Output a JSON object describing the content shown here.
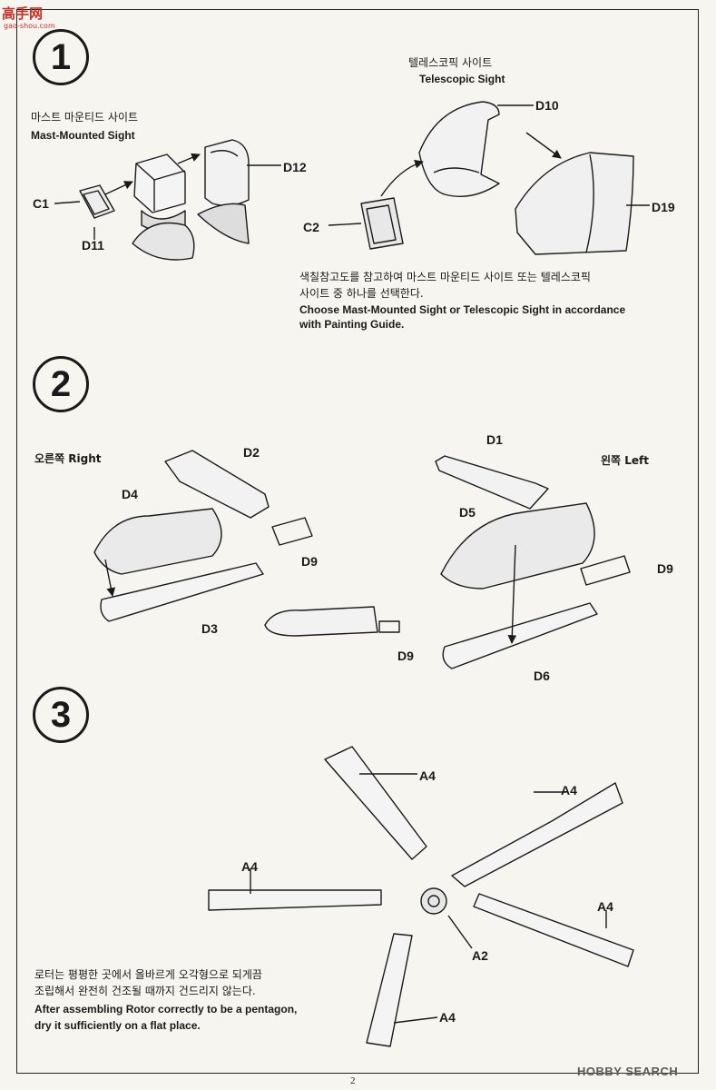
{
  "watermark": {
    "logo": "高手网",
    "url": "gao-shou.com"
  },
  "page_number": "2",
  "source_watermark": "HOBBY SEARCH",
  "steps": [
    {
      "number": "1",
      "mast_sight": {
        "ko": "마스트 마운티드 사이트",
        "en": "Mast-Mounted Sight"
      },
      "telescopic_sight": {
        "ko": "텔레스코픽 사이트",
        "en": "Telescopic Sight"
      },
      "note": {
        "ko_1": "색칠참고도를 참고하여 마스트 마운티드 사이트 또는 텔레스코픽",
        "ko_2": "사이트 중  하나를 선택한다.",
        "en_1": "Choose Mast-Mounted Sight or Telescopic Sight in accordance",
        "en_2": "with Painting Guide."
      },
      "parts": [
        "C1",
        "D11",
        "D12",
        "D10",
        "D19",
        "C2"
      ]
    },
    {
      "number": "2",
      "right": "오른쪽  Right",
      "left": "왼쪽  Left",
      "parts": [
        "D2",
        "D4",
        "D9",
        "D3",
        "D1",
        "D5",
        "D9",
        "D6",
        "D9"
      ]
    },
    {
      "number": "3",
      "note": {
        "ko_1": "로터는 평평한 곳에서 올바르게 오각형으로 되게끔",
        "ko_2": "조립해서 완전히 건조될 때까지 건드리지 않는다.",
        "en_1": "After assembling Rotor correctly to be a pentagon,",
        "en_2": "dry it sufficiently on a flat place."
      },
      "parts": [
        "A4",
        "A4",
        "A4",
        "A4",
        "A2",
        "A4"
      ]
    }
  ]
}
